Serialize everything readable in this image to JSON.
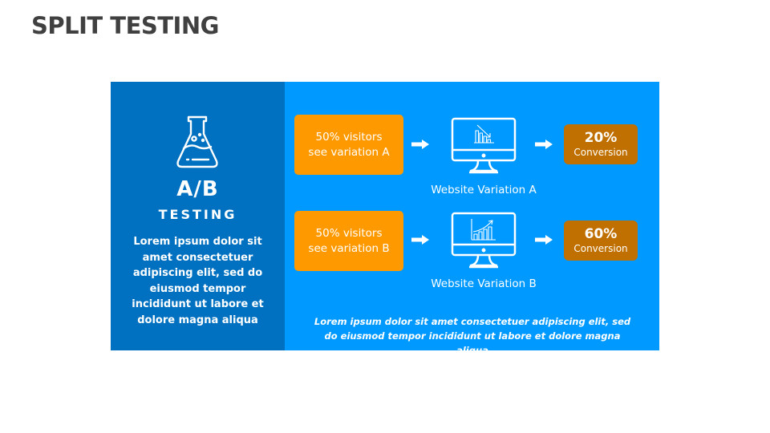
{
  "header": {
    "title": "SPLIT TESTING"
  },
  "left_panel": {
    "icon": "flask-icon",
    "heading": "A/B",
    "subheading": "TESTING",
    "description": "Lorem ipsum dolor sit amet consectetuer adipiscing elit, sed do eiusmod tempor incididunt ut labore et dolore magna aliqua"
  },
  "variations": [
    {
      "visitors_line1": "50% visitors",
      "visitors_line2": "see variation A",
      "monitor_icon": "monitor-declining-chart-icon",
      "label": "Website Variation A",
      "conversion_pct": "20%",
      "conversion_label": "Conversion"
    },
    {
      "visitors_line1": "50% visitors",
      "visitors_line2": "see variation B",
      "monitor_icon": "monitor-growth-chart-icon",
      "label": "Website Variation B",
      "conversion_pct": "60%",
      "conversion_label": "Conversion"
    }
  ],
  "footer": {
    "description": "Lorem ipsum dolor sit amet consectetuer adipiscing elit, sed do eiusmod tempor incididunt ut labore et dolore magna aliqua"
  },
  "colors": {
    "left_panel": "#0070c0",
    "right_panel": "#0099ff",
    "visitor_box": "#ff9900",
    "conversion_box": "#c07000",
    "title": "#404040"
  }
}
